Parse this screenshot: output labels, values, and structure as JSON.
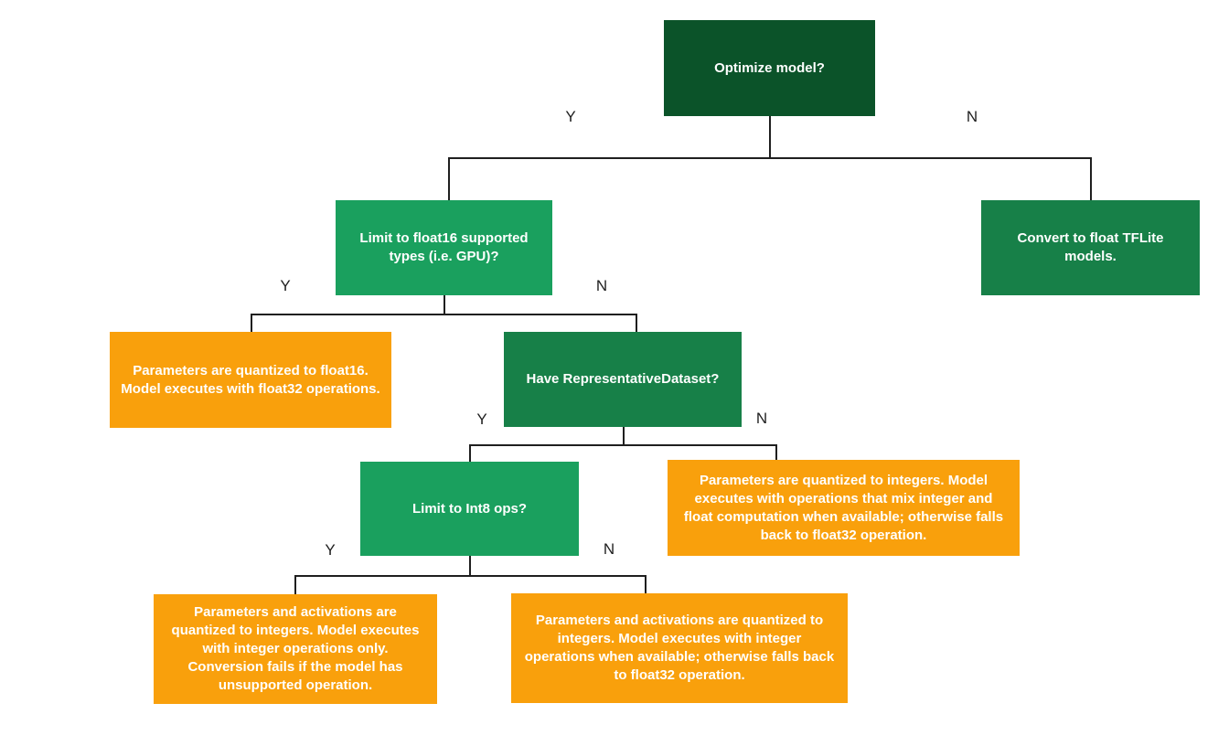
{
  "colors": {
    "dark_green": "#0B5329",
    "mid_green": "#178048",
    "bright_green": "#1AA05E",
    "orange": "#F9A00C",
    "line": "#1F1F1F",
    "node_text": "#FFFFFF",
    "edge_label_text": "#1F1F1F",
    "background": "#FFFFFF"
  },
  "nodes": {
    "optimize": {
      "label": "Optimize model?"
    },
    "limit_float16": {
      "label": "Limit to float16 supported types (i.e. GPU)?"
    },
    "convert_float": {
      "label": "Convert to float TFLite models."
    },
    "float16_result": {
      "label": "Parameters are quantized to float16. Model executes with float32 operations."
    },
    "have_dataset": {
      "label": "Have RepresentativeDataset?"
    },
    "limit_int8": {
      "label": "Limit to Int8 ops?"
    },
    "dynamic_result": {
      "label": "Parameters are quantized to integers. Model executes with operations that mix integer and float computation when available; otherwise falls back to float32 operation."
    },
    "int8_strict_result": {
      "label": "Parameters and activations are quantized to integers. Model executes with integer operations only. Conversion fails if the model has unsupported operation."
    },
    "int8_fallback_result": {
      "label": "Parameters and activations are quantized to integers. Model executes with integer operations when available; otherwise falls back to float32 operation."
    }
  },
  "edge_labels": {
    "l1_yes": "Y",
    "l1_no": "N",
    "l2_yes": "Y",
    "l2_no": "N",
    "l3_yes": "Y",
    "l3_no": "N",
    "l4_yes": "Y",
    "l4_no": "N"
  }
}
